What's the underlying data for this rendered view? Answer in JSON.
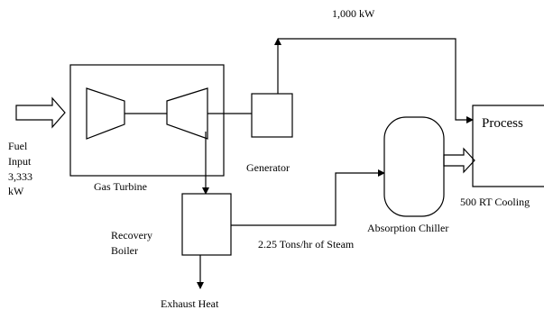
{
  "labels": {
    "power_output": "1,000 kW",
    "fuel_line1": "Fuel",
    "fuel_line2": "Input",
    "fuel_line3": "3,333",
    "fuel_line4": "kW",
    "gas_turbine": "Gas Turbine",
    "generator": "Generator",
    "recovery_line1": "Recovery",
    "recovery_line2": "Boiler",
    "exhaust_heat": "Exhaust Heat",
    "steam_flow": "2.25 Tons/hr of Steam",
    "absorption_chiller": "Absorption Chiller",
    "process": "Process",
    "cooling": "500 RT Cooling"
  }
}
